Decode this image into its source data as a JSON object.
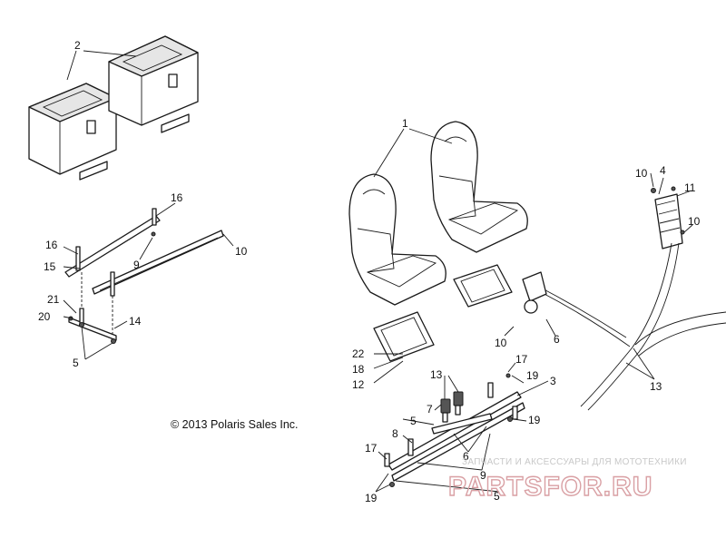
{
  "diagram": {
    "copyright": "© 2013 Polaris Sales Inc.",
    "watermark": {
      "tagline": "ЗАПЧАСТИ И АКСЕССУАРЫ ДЛЯ МОТОТЕХНИКИ",
      "brand": "PARTSFOR.RU"
    },
    "callouts": {
      "c1": "1",
      "c2": "2",
      "c3": "3",
      "c4": "4",
      "c5a": "5",
      "c5b": "5",
      "c5c": "5",
      "c6a": "6",
      "c6b": "6",
      "c7": "7",
      "c8": "8",
      "c9a": "9",
      "c9b": "9",
      "c10a": "10",
      "c10b": "10",
      "c10c": "10",
      "c10d": "10",
      "c11": "11",
      "c12": "12",
      "c13a": "13",
      "c13b": "13",
      "c14": "14",
      "c15": "15",
      "c16a": "16",
      "c16b": "16",
      "c17a": "17",
      "c17b": "17",
      "c18": "18",
      "c19a": "19",
      "c19b": "19",
      "c19c": "19",
      "c20": "20",
      "c21": "21",
      "c22": "22"
    }
  }
}
